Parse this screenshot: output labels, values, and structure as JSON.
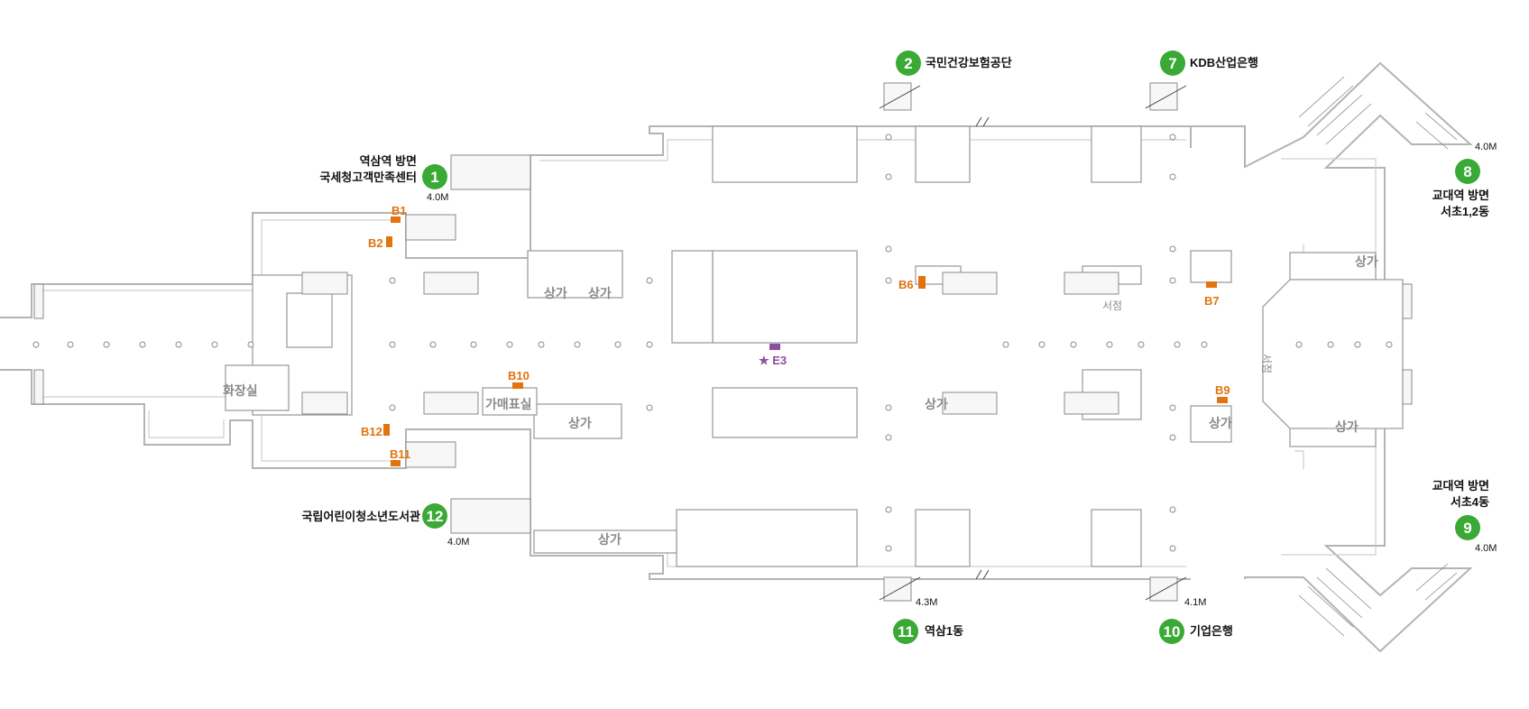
{
  "colors": {
    "exit_badge": "#3aa935",
    "locker_marker": "#e2730f",
    "e3_marker": "#8e4ea1",
    "wall": "#b4b4b4"
  },
  "exits": [
    {
      "num": "1",
      "label_lines": [
        "역삼역 방면",
        "국세청고객만족센터"
      ],
      "width": "4.0M"
    },
    {
      "num": "2",
      "label_lines": [
        "국민건강보험공단"
      ]
    },
    {
      "num": "7",
      "label_lines": [
        "KDB산업은행"
      ]
    },
    {
      "num": "8",
      "label_lines": [
        "교대역 방면",
        "서초1,2동"
      ],
      "width": "4.0M"
    },
    {
      "num": "9",
      "label_lines": [
        "교대역 방면",
        "서초4동"
      ],
      "width": "4.0M"
    },
    {
      "num": "10",
      "label_lines": [
        "기업은행"
      ],
      "width": "4.1M"
    },
    {
      "num": "11",
      "label_lines": [
        "역삼1동"
      ],
      "width": "4.3M"
    },
    {
      "num": "12",
      "label_lines": [
        "국립어린이청소년도서관"
      ],
      "width": "4.0M"
    }
  ],
  "markers": [
    "B1",
    "B2",
    "B6",
    "B7",
    "B9",
    "B10",
    "B11",
    "B12"
  ],
  "e3": "★ E3",
  "rooms": {
    "toilet": "화장실",
    "ticket_office": "가매표실",
    "shop": "상가",
    "bookstore": "서점"
  }
}
